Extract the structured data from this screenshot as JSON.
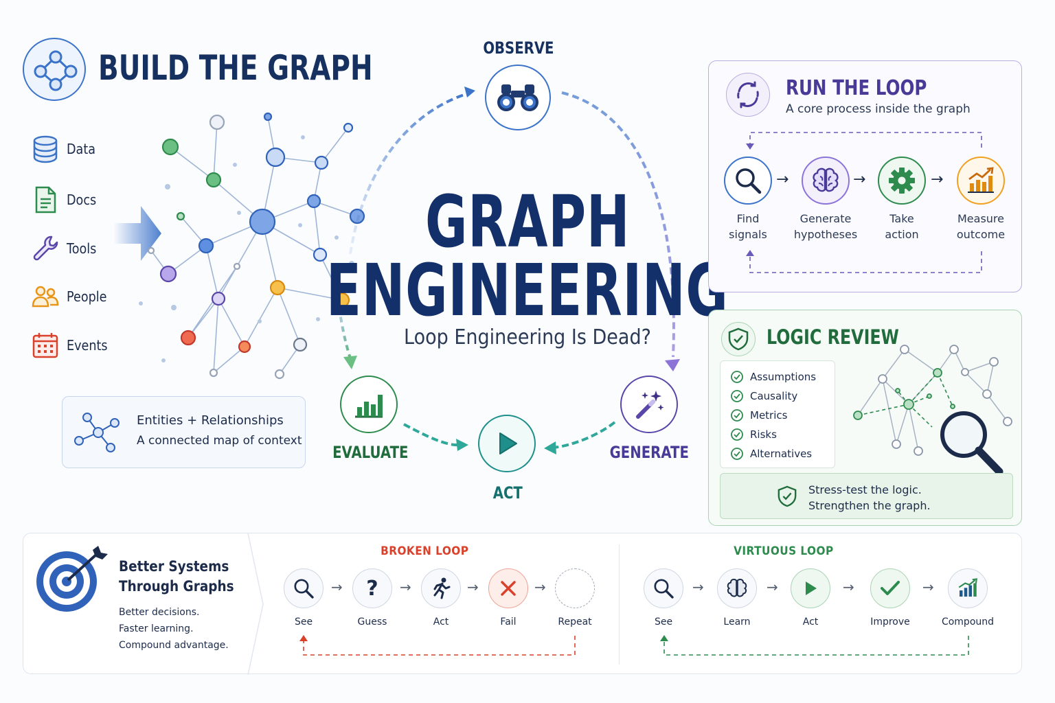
{
  "header": {
    "title": "BUILD THE GRAPH"
  },
  "sources": [
    {
      "label": "Data",
      "icon": "database-icon"
    },
    {
      "label": "Docs",
      "icon": "document-icon"
    },
    {
      "label": "Tools",
      "icon": "wrench-icon"
    },
    {
      "label": "People",
      "icon": "people-icon"
    },
    {
      "label": "Events",
      "icon": "calendar-icon"
    }
  ],
  "entities_card": {
    "line1": "Entities + Relationships",
    "line2": "A connected map of context"
  },
  "center": {
    "title_line1": "GRAPH",
    "title_line2": "ENGINEERING",
    "subtitle": "Loop Engineering Is Dead?"
  },
  "cycle": {
    "observe": "OBSERVE",
    "evaluate": "EVALUATE",
    "act": "ACT",
    "generate": "GENERATE"
  },
  "run_loop": {
    "title": "RUN THE LOOP",
    "subtitle": "A core process inside the graph",
    "steps": [
      {
        "line1": "Find",
        "line2": "signals",
        "icon": "search-icon"
      },
      {
        "line1": "Generate",
        "line2": "hypotheses",
        "icon": "brain-icon"
      },
      {
        "line1": "Take",
        "line2": "action",
        "icon": "gear-icon"
      },
      {
        "line1": "Measure",
        "line2": "outcome",
        "icon": "bar-chart-icon"
      }
    ]
  },
  "logic_review": {
    "title": "LOGIC REVIEW",
    "checks": [
      "Assumptions",
      "Causality",
      "Metrics",
      "Risks",
      "Alternatives"
    ],
    "stress_line1": "Stress-test the logic.",
    "stress_line2": "Strengthen the graph."
  },
  "bottom": {
    "title_line1": "Better Systems",
    "title_line2": "Through Graphs",
    "lines": [
      "Better decisions.",
      "Faster learning.",
      "Compound advantage."
    ],
    "broken_loop": {
      "title": "BROKEN LOOP",
      "steps": [
        "See",
        "Guess",
        "Act",
        "Fail",
        "Repeat"
      ]
    },
    "virtuous_loop": {
      "title": "VIRTUOUS LOOP",
      "steps": [
        "See",
        "Learn",
        "Act",
        "Improve",
        "Compound"
      ]
    }
  },
  "colors": {
    "navy": "#13306a",
    "blue": "#3b73c9",
    "green": "#2e8b4e",
    "purple": "#5a46a8",
    "teal": "#1f8f8c",
    "red": "#d9412b",
    "orange": "#f0a020"
  }
}
